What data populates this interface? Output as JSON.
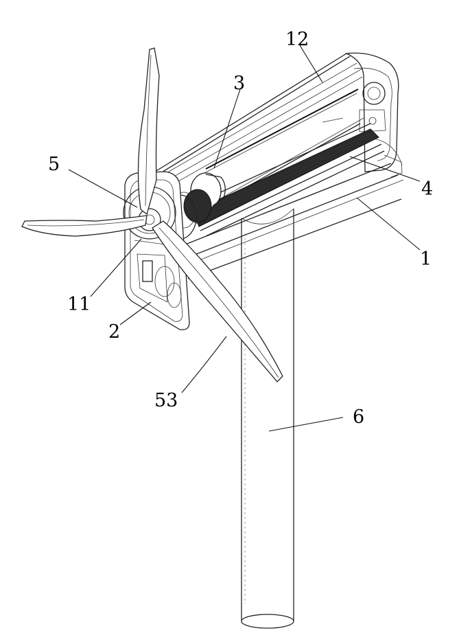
{
  "labels": {
    "l12": "12",
    "l3": "3",
    "l5": "5",
    "l4": "4",
    "l1": "1",
    "l11": "11",
    "l2": "2",
    "l53": "53",
    "l6": "6"
  }
}
